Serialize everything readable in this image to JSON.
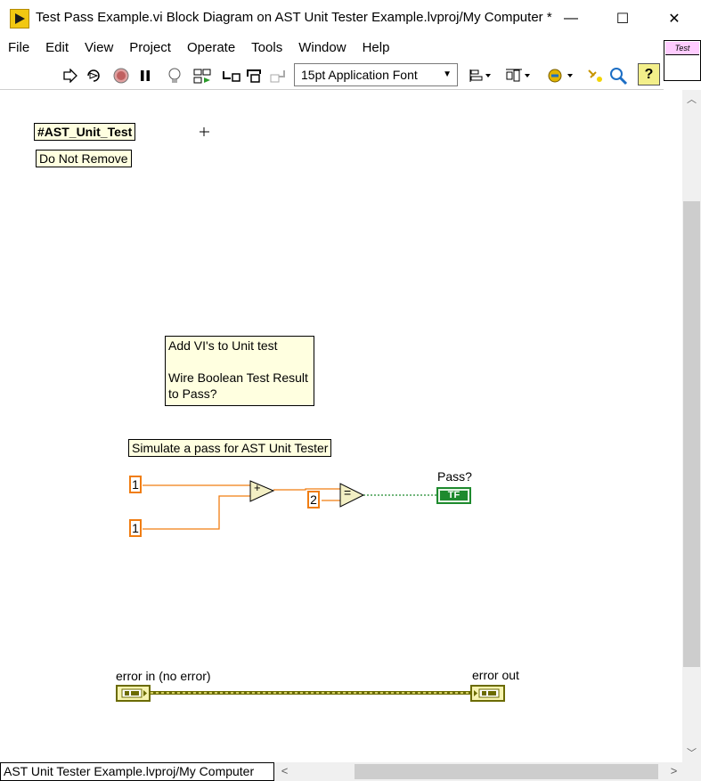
{
  "window": {
    "title": "Test Pass Example.vi Block Diagram on AST Unit Tester Example.lvproj/My Computer *",
    "minimize": "—",
    "maximize": "☐",
    "close": "✕"
  },
  "menu": [
    "File",
    "Edit",
    "View",
    "Project",
    "Operate",
    "Tools",
    "Window",
    "Help"
  ],
  "toolbar": {
    "font_select_value": "15pt Application Font",
    "help_label": "?",
    "icons": [
      "run-arrow-icon",
      "run-continuously-icon",
      "abort-icon",
      "pause-icon",
      "highlight-execution-icon",
      "retain-wire-values-icon",
      "step-into-icon",
      "step-over-icon",
      "step-out-icon",
      "align-objects-icon",
      "distribute-objects-icon",
      "reorder-icon",
      "clean-up-diagram-icon",
      "context-help-icon"
    ]
  },
  "vi_icon": {
    "label": "Test"
  },
  "diagram": {
    "tag_label": "#AST_Unit_Test",
    "tag_sublabel": "Do Not Remove",
    "comment": "Add VI's to Unit test\n\nWire Boolean Test Result\nto Pass?",
    "simulate_label": "Simulate a pass for AST Unit Tester",
    "const_a": "1",
    "const_b": "1",
    "const_c": "2",
    "add_symbol": "+",
    "equal_symbol": "=",
    "pass_label": "Pass?",
    "pass_indicator": "TF",
    "error_in_label": "error in (no error)",
    "error_out_label": "error out",
    "cursor": "+"
  },
  "status": {
    "context": "AST Unit Tester Example.lvproj/My Computer"
  },
  "colors": {
    "numeric_wire": "#f07d12",
    "boolean_wire": "#1e8a2e",
    "error_wire": "#8a8a00",
    "comment_bg": "#ffffe0",
    "primitive_fill": "#f3efc4"
  }
}
